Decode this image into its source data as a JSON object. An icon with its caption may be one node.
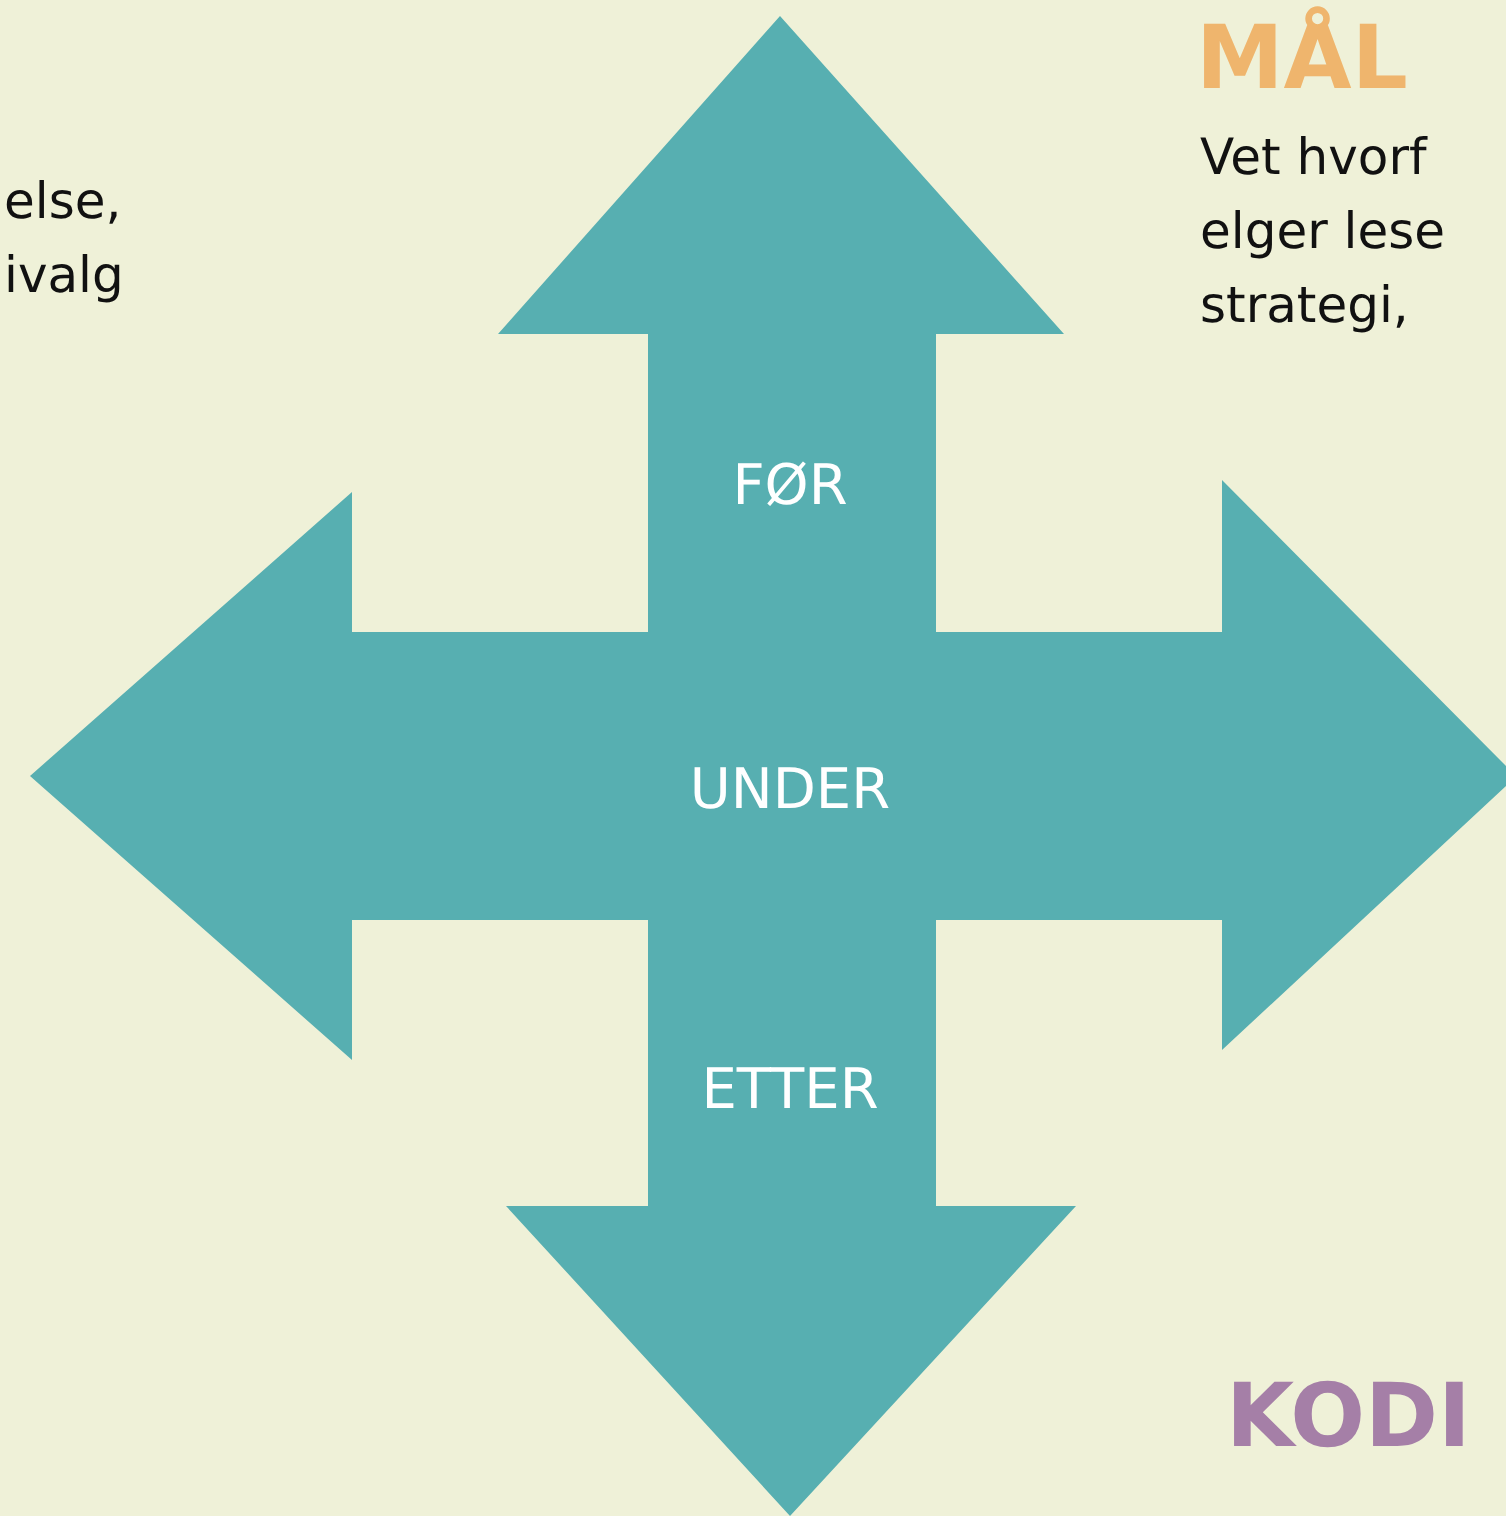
{
  "diagram": {
    "nodes": [
      {
        "text": [
          "FØR",
          "UNDER",
          "ETTER"
        ]
      }
    ],
    "edges": [],
    "labels": [
      "else, ivalg",
      "MÅL",
      "Vet hvorf elger lese strategi,",
      "KODI"
    ]
  }
}
